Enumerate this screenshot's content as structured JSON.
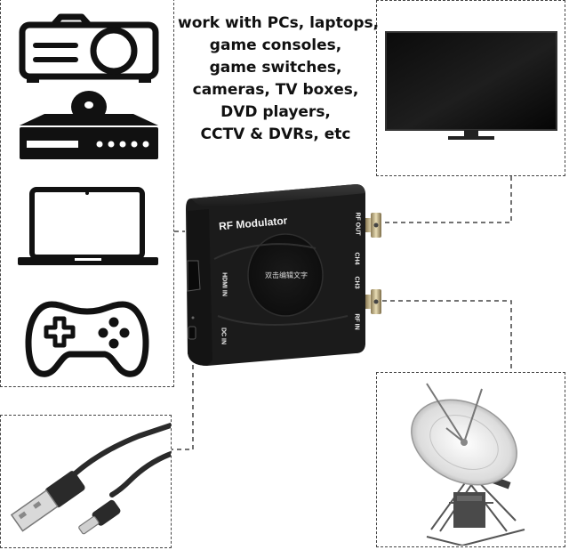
{
  "headline": {
    "lines": [
      "work with PCs, laptops,",
      "game consoles,",
      "game switches,",
      "cameras, TV boxes,",
      "DVD players,",
      "CCTV & DVRs, etc"
    ]
  },
  "device": {
    "title": "RF Modulator",
    "center_text": "双击编辑文字",
    "ports": {
      "hdmi_in": "HDMI IN",
      "dc_in": "DC IN",
      "rf_out": "RF OUT",
      "ch4": "CH4",
      "ch3": "CH3",
      "rf_in": "RF IN"
    }
  },
  "icons": [
    "projector-icon",
    "dvd-player-icon",
    "laptop-icon",
    "gamepad-icon",
    "tv-icon",
    "usb-cable-icon",
    "satellite-dish-icon"
  ],
  "colors": {
    "device_body": "#1c1c1c",
    "icon_stroke": "#111111",
    "dash_line": "#444444"
  }
}
